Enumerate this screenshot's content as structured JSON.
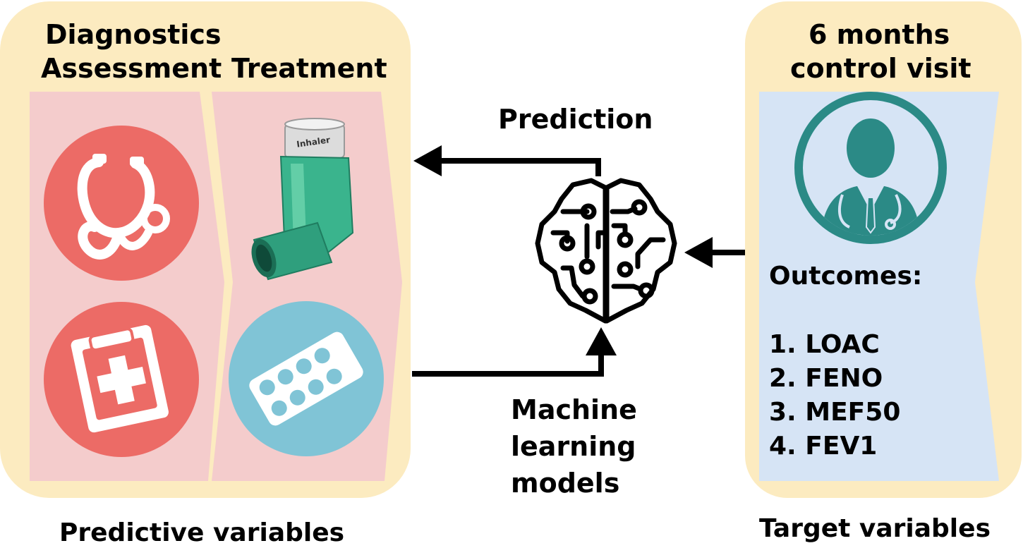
{
  "left_panel": {
    "diagnostics_title_line1": "Diagnostics",
    "diagnostics_title_line2": "Assessment",
    "treatment_title": "Treatment",
    "inhaler_label": "Inhaler",
    "footer_label": "Predictive variables"
  },
  "center": {
    "prediction_label": "Prediction",
    "ml_line1": "Machine",
    "ml_line2": "learning",
    "ml_line3": "models"
  },
  "right_panel": {
    "title_line1": "6 months",
    "title_line2": "control visit",
    "outcomes_heading": "Outcomes:",
    "outcomes": [
      "1. LOAC",
      "2. FENO",
      "3. MEF50",
      "4. FEV1"
    ],
    "footer_label": "Target variables"
  },
  "icons": {
    "stethoscope": "stethoscope-icon",
    "clipboard": "medical-clipboard-icon",
    "inhaler": "inhaler-icon",
    "pills": "pill-blister-icon",
    "brain": "brain-circuit-icon",
    "doctor": "doctor-icon"
  },
  "colors": {
    "panel_bg": "#fcebc0",
    "pink_band": "#f4cccc",
    "blue_band": "#d6e4f5",
    "red_circle": "#ec6b66",
    "teal_circle": "#80c4d6",
    "doctor_teal": "#2b8a86",
    "inhaler_green": "#3ab48d"
  }
}
